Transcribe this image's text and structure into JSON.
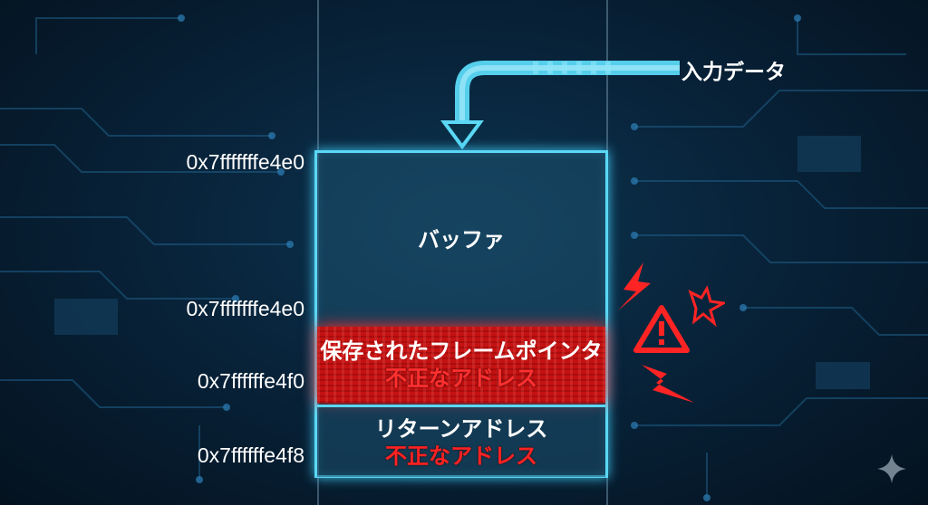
{
  "input_label": "入力データ",
  "segments": {
    "buffer": "バッファ",
    "frame_pointer": "保存されたフレームポインタ",
    "frame_pointer_bad": "不正なアドレス",
    "return_address": "リターンアドレス",
    "return_address_bad": "不正なアドレス"
  },
  "addresses": [
    "0x7fffffffe4e0",
    "0x7fffffffe4e0",
    "0x7ffffffe4f0",
    "0x7ffffffe4f8"
  ],
  "icons": {
    "warning": "warning-triangle-icon",
    "lightning": "lightning-bolt-icon",
    "sparkle": "sparkle-icon"
  },
  "colors": {
    "accent": "#5ad8f5",
    "danger": "#ff2222",
    "background": "#08233a"
  }
}
